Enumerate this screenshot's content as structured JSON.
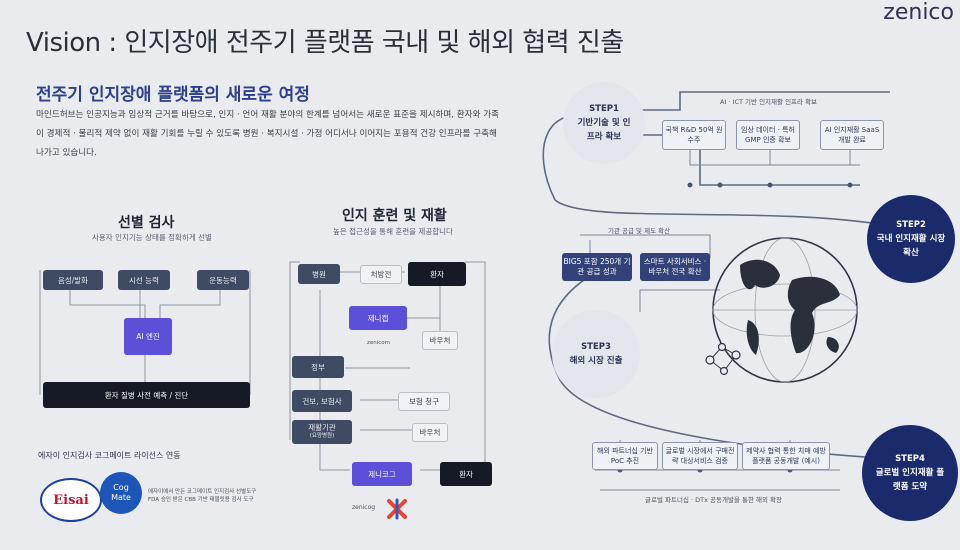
{
  "header": {
    "title": "Vision : 인지장애 전주기 플랫폼 국내 및 해외 협력 진출",
    "brand": "zenico"
  },
  "intro": {
    "subtitle": "전주기 인지장애 플랫폼의 새로운 여정",
    "paragraph": "마인드허브는 인공지능과 임상적 근거를 바탕으로, 인지 · 언어 재활 분야의 한계를 넘어서는 새로운 표준을 제시하며, 환자와 가족이 경제적 · 물리적 제약 없이 재활 기회를 누릴 수 있도록 병원 · 복지시설 · 가정 어디서나 이어지는 포용적 건강 인프라를 구축해 나가고 있습니다."
  },
  "screening": {
    "title": "선별 검사",
    "subtitle": "사용자 인지기능 상태를 정확하게 선별",
    "inputs": [
      "음성/발화",
      "시선 능력",
      "운동능력"
    ],
    "engine": "AI 엔진",
    "result": "환자 질병 사전 예측 / 진단",
    "partner_caption": "에자이 인지검사 코그메이트 라이선스 연동",
    "eisai_logo": "Eisai",
    "cogmate_logo": "Cog Mate",
    "partner_note": "에자이에서 만든 코그메이트 인지검사 선별도구 FDA 승인 받은 CBB 기반 태블릿용 검사 도구"
  },
  "training": {
    "title": "인지 훈련 및 재활",
    "subtitle": "높은 접근성을 통해 훈련을 제공합니다",
    "hospital": "병원",
    "prescription": "처방전",
    "patient_top": "환자",
    "zenicap": "제니캡",
    "zenicom": "zenicom",
    "voucher_right": "바우처",
    "government": "정부",
    "health_insurance": "건보, 보험사",
    "reimbursement": "보험 청구",
    "rehab_org": "재활기관",
    "rehab_org_sub": "(요양병원)",
    "voucher_bottom": "바우처",
    "zenicog": "제니코그",
    "patient_bottom": "환자",
    "zenicog_logo": "zenicog"
  },
  "roadmap": {
    "step1_label": "STEP1",
    "step1_text": "기반기술 및 인프라 확보",
    "step1_header": "AI · ICT 기반 인지재활 인프라 확보",
    "step1_items": [
      "국책 R&D 50억 원 수주",
      "임상 데이터 · 특허 GMP 인증 확보",
      "AI 인지재활 SaaS 개발 완료"
    ],
    "step2_label": "STEP2",
    "step2_text": "국내 인지재활 시장 확산",
    "step2_header": "기관 공급 및 제도 확산",
    "step2_items": [
      "BIG5 포함 250개 기관 공급 성과",
      "스마트 사회서비스 · 바우처 전국 확산"
    ],
    "step3_label": "STEP3",
    "step3_text": "해외 시장 진출",
    "step3_items": [
      "해외 파트너십 기반 PoC 추진",
      "글로벌 시장에서 구매전략 대상서비스 검증",
      "제약사 협력 통한 치매 예방 플랫폼 공동개발 (예시)"
    ],
    "step3_footer": "글로벌 파트너십 · DTx 공동개발을 통한 해외 확장",
    "step4_label": "STEP4",
    "step4_text": "글로벌 인지재활 플랫폼 도약"
  }
}
